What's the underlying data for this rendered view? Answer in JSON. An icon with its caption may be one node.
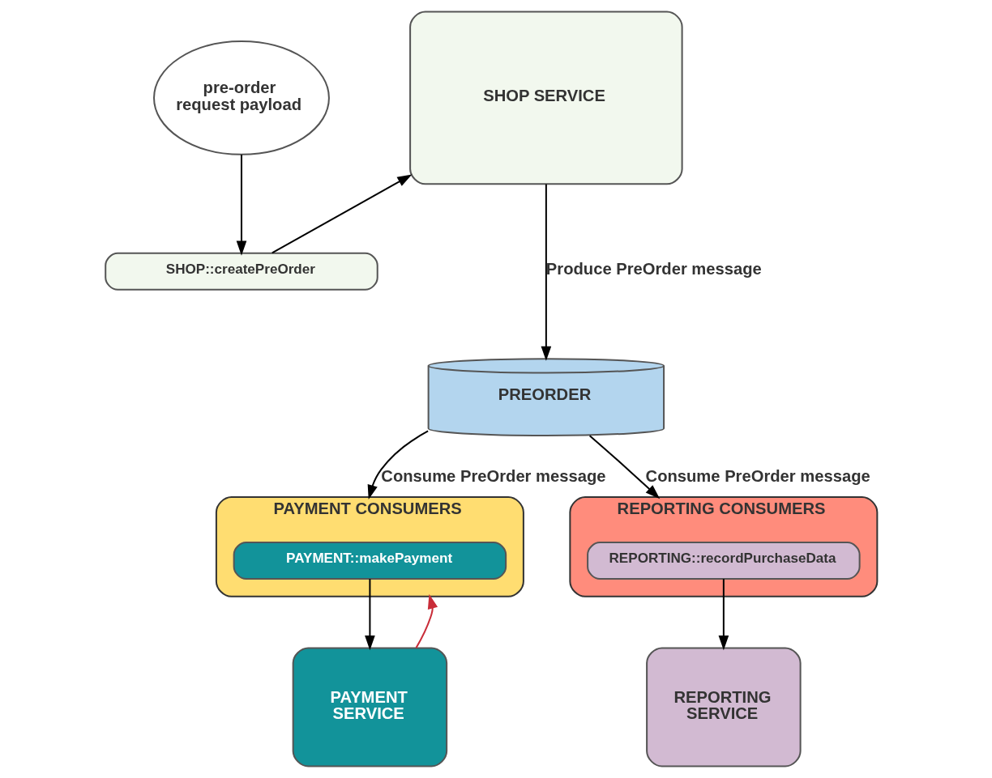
{
  "diagram": {
    "nodes": [
      {
        "text": [
          "pre-order request payload"
        ]
      },
      {
        "text": [
          "SHOP::createPreOrder"
        ]
      },
      {
        "text": [
          "SHOP SERVICE"
        ]
      },
      {
        "text": [
          "PREORDER"
        ]
      },
      {
        "text": [
          "PAYMENT CONSUMERS"
        ]
      },
      {
        "text": [
          "PAYMENT::makePayment"
        ],
        "in": 4
      },
      {
        "text": [
          "REPORTING CONSUMERS"
        ]
      },
      {
        "text": [
          "REPORTING::recordPurchaseData"
        ],
        "in": 6
      },
      {
        "text": [
          "PAYMENT SERVICE"
        ]
      },
      {
        "text": [
          "REPORTING SERVICE"
        ]
      }
    ],
    "edges": [
      {
        "from": 0,
        "to": 1,
        "arrow": "to"
      },
      {
        "from": 1,
        "to": 2,
        "arrow": "to"
      },
      {
        "from": 2,
        "to": 3,
        "arrow": "to",
        "label": "Produce PreOrder message"
      },
      {
        "from": 3,
        "to": 4,
        "arrow": "to",
        "label": "Consume PreOrder message"
      },
      {
        "from": 3,
        "to": 6,
        "arrow": "to",
        "label": "Consume PreOrder message"
      },
      {
        "from": 5,
        "to": 8,
        "arrow": "to"
      },
      {
        "from": 8,
        "to": 4,
        "arrow": "to",
        "color": "#c92d39"
      },
      {
        "from": 7,
        "to": 9,
        "arrow": "to"
      }
    ]
  }
}
